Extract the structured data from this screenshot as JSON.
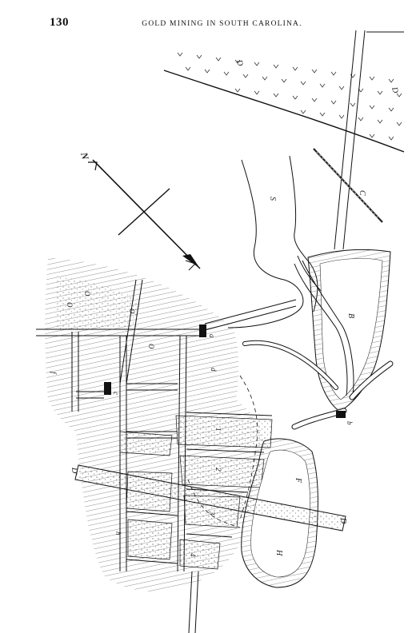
{
  "header": {
    "page_number": "130",
    "running_title": "GOLD MINING IN SOUTH CAROLINA."
  },
  "plate": {
    "north_label": "N",
    "shafts": {
      "a": "a",
      "b": "b",
      "c": "c"
    },
    "letters": {
      "dike": "D",
      "stream": "S",
      "open_cut_upper": "B",
      "bank": "C",
      "pit_f": "F",
      "pit_h": "H",
      "ore": "O",
      "lane_d": "d",
      "lane_f": "f",
      "lane_h": "h",
      "numbers": [
        "1",
        "2",
        "3",
        "4"
      ]
    }
  }
}
